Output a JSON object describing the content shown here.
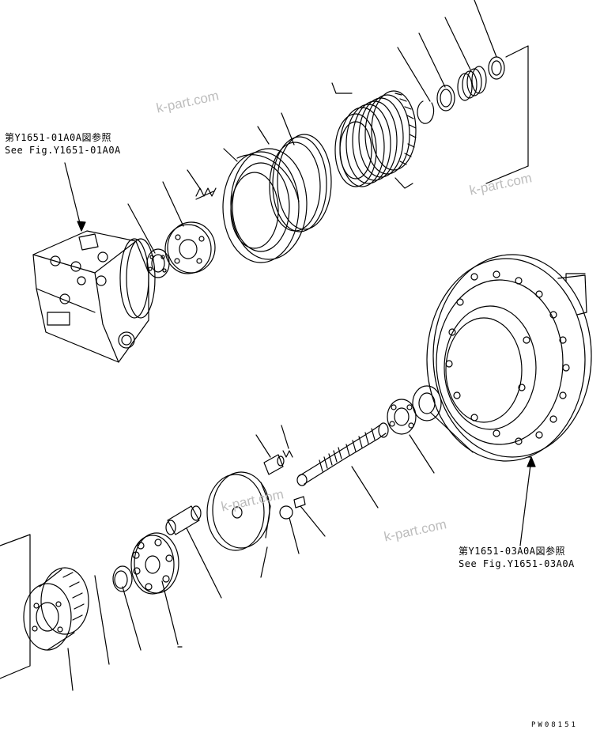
{
  "references": [
    {
      "jp": "第Y1651-01A0A図参照",
      "en": "See Fig.Y1651-01A0A"
    },
    {
      "jp": "第Y1651-03A0A図参照",
      "en": "See Fig.Y1651-03A0A"
    }
  ],
  "watermark": "k-part.com",
  "drawing_code": "PW08151",
  "colors": {
    "ink": "#000000",
    "watermark": "#bdbdbd",
    "paper": "#ffffff"
  }
}
